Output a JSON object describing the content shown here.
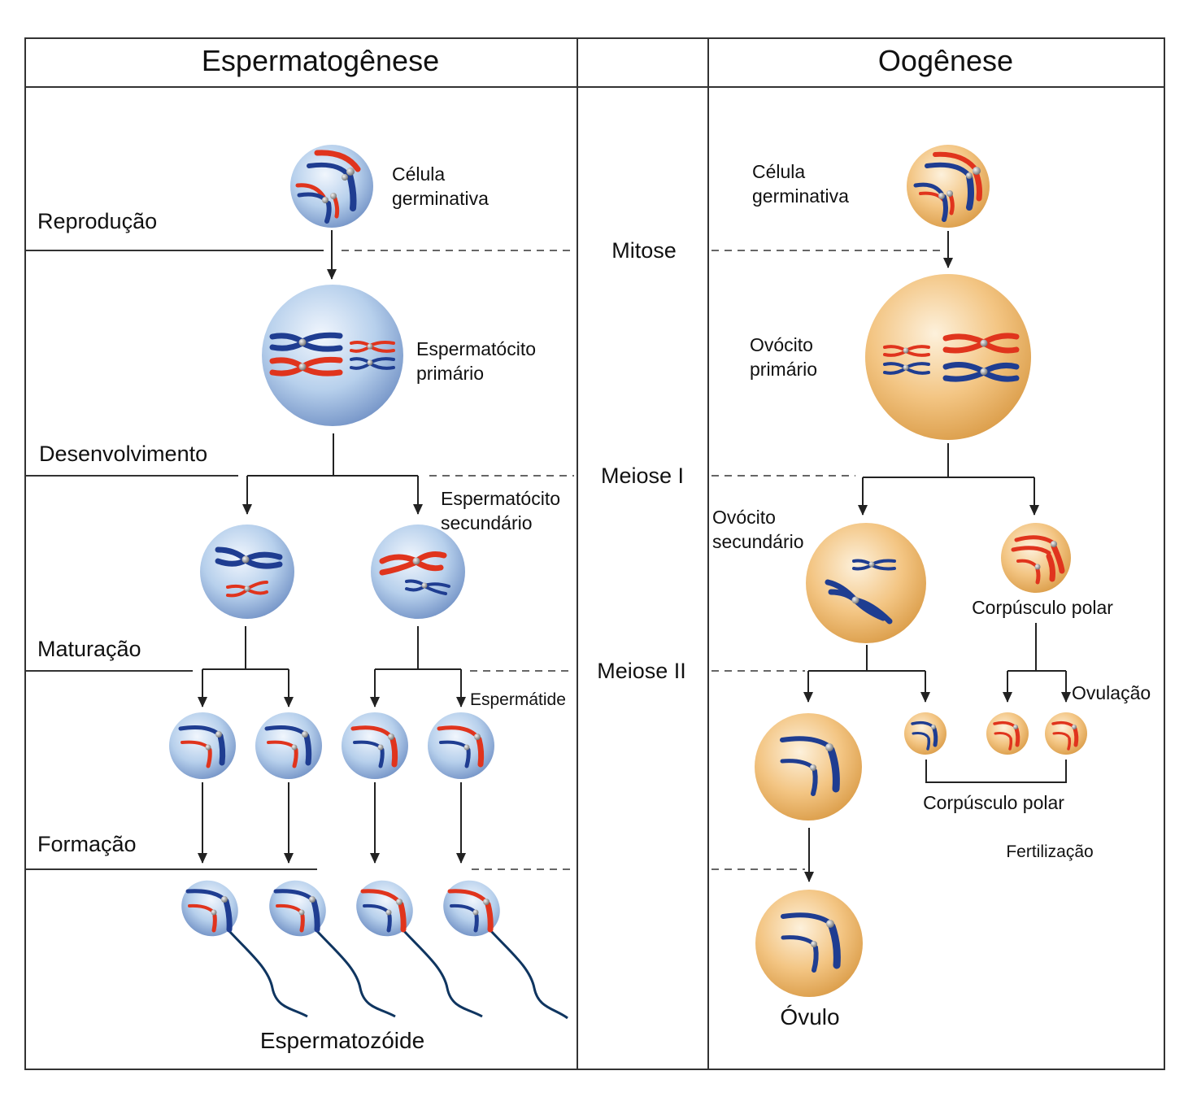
{
  "headers": {
    "left": "Espermatogênese",
    "right": "Oogênese"
  },
  "stages": {
    "reproduction": "Reprodução",
    "development": "Desenvolvimento",
    "maturation": "Maturação",
    "formation": "Formação"
  },
  "processes": {
    "mitosis": "Mitose",
    "meiosis1": "Meiose I",
    "meiosis2": "Meiose II"
  },
  "sperm": {
    "germ_cell": [
      "Célula",
      "germinativa"
    ],
    "primary": [
      "Espermatócito",
      "primário"
    ],
    "secondary": [
      "Espermatócito",
      "secundário"
    ],
    "spermatid": "Espermátide",
    "spermatozoon": "Espermatozóide"
  },
  "oo": {
    "germ_cell": [
      "Célula",
      "germinativa"
    ],
    "primary": [
      "Ovócito",
      "primário"
    ],
    "secondary": [
      "Ovócito",
      "secundário"
    ],
    "polar_body_1": "Corpúsculo polar",
    "ovulation": "Ovulação",
    "polar_body_2": "Corpúsculo polar",
    "fertilization": "Fertilização",
    "ovum": "Óvulo"
  },
  "colors": {
    "sperm_cell": "#a9c7e8",
    "oo_cell": "#f2c27e",
    "chrom_blue": "#1f3d91",
    "chrom_red": "#e0341d",
    "tail": "#0f3560"
  }
}
